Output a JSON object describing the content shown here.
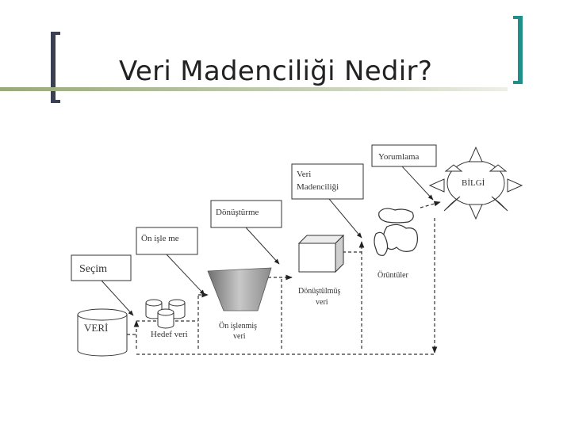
{
  "title": "Veri Madenciliği Nedir?",
  "diagram": {
    "steps": {
      "selection": "Seçim",
      "preprocessing": "Ön işle me",
      "transformation": "Dönüştürme",
      "mining_line1": "Veri",
      "mining_line2": "Madenciliği",
      "interpretation": "Yorumlama"
    },
    "items": {
      "data": "VERİ",
      "target_data": "Hedef veri",
      "preprocessed_line1": "Ön işlenmiş",
      "preprocessed_line2": "veri",
      "transformed_line1": "Dönüştülmüş",
      "transformed_line2": "veri",
      "patterns": "Örüntüler",
      "knowledge": "BİLGİ"
    }
  },
  "colors": {
    "title_text": "#222222",
    "rule": "#9aa97a",
    "bracket_left": "#3a3f52",
    "bracket_right": "#1f8f8a",
    "diagram_line": "#333333"
  }
}
